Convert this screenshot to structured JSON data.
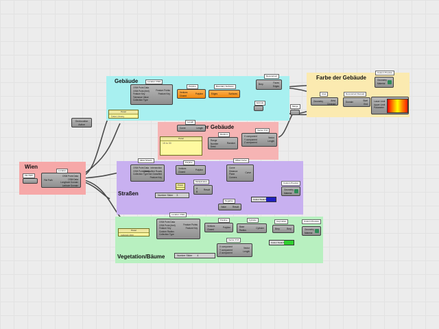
{
  "groups": {
    "gebaeude": {
      "title": "Gebäude",
      "color": "#a8f0f0"
    },
    "farbe": {
      "title": "Farbe der Gebäude",
      "color": "#fbeab0"
    },
    "hoehe": {
      "title": "Höhe der Gebäude",
      "color": "#f6b4b4"
    },
    "wien": {
      "title": "Wien",
      "color": "#f6a8a8"
    },
    "strassen": {
      "title": "Straßen",
      "color": "#c8b0f0"
    },
    "vegetation": {
      "title": "Vegetation/Bäume",
      "color": "#b8f0c0"
    }
  },
  "nodes": {
    "location": {
      "label": "Location",
      "inputs": [
        "File Path"
      ],
      "outputs": [
        "OSM Point Data",
        "OSM Data",
        "Longitude Domain",
        "Latitude Domain"
      ]
    },
    "file_path": {
      "label": "File Path"
    },
    "geolocation": {
      "label": "Geolocation",
      "sub": "Active"
    },
    "osm_buildings": {
      "label": "Location OSM",
      "inputs": [
        "OSM Point Data",
        "OSM Point (feet)",
        "Feature Key",
        "Tolerance Value",
        "Collection Type"
      ],
      "outputs": [
        "Feature Points",
        "Feature Key"
      ]
    },
    "polyline_b": {
      "label": "Polyline",
      "inputs": [
        "Vertices",
        "Closed"
      ],
      "outputs": [
        "Polyline"
      ]
    },
    "boundary_surfaces": {
      "label": "Boundary Surfaces",
      "inputs": [
        "Edges"
      ],
      "outputs": [
        "Surfaces"
      ]
    },
    "deconstruct": {
      "label": "Deconstruct",
      "inputs": [
        "Brep"
      ],
      "outputs": [
        "Faces",
        "Edges",
        "Vertices"
      ]
    },
    "custom_preview_b": {
      "label": "Custom Preview",
      "inputs": [
        "Geometry",
        "Material"
      ]
    },
    "area": {
      "label": "Area",
      "inputs": [
        "Geometry"
      ],
      "outputs": [
        "Area",
        "Centroid"
      ]
    },
    "deconstruct_domain": {
      "label": "Deconstruct Domain",
      "inputs": [
        "Domain"
      ],
      "outputs": [
        "Start",
        "End"
      ]
    },
    "gradient": {
      "label": "Gradient",
      "inputs": [
        "Lower Limit",
        "Upper Limit",
        "Parameter"
      ]
    },
    "length": {
      "label": "Length",
      "inputs": [
        "Curve"
      ],
      "outputs": [
        "Length"
      ]
    },
    "random": {
      "label": "Random",
      "inputs": [
        "Range",
        "Number",
        "Seed"
      ],
      "outputs": [
        "Random"
      ]
    },
    "vector_xyz_b": {
      "label": "Vector XYZ",
      "inputs": [
        "X component",
        "Y component",
        "Z component"
      ],
      "outputs": [
        "Vector",
        "Length"
      ]
    },
    "extrude": {
      "label": "Extrude",
      "inputs": [
        "Base",
        "Direction"
      ],
      "outputs": [
        "Extrusion"
      ]
    },
    "merge": {
      "label": "Merge"
    },
    "osm_streets": {
      "label": "Allow Streets",
      "inputs": [
        "OSM Point Data",
        "OSM Point (feet)",
        "Collection Type"
      ],
      "outputs": [
        "Intersection",
        "Unclassified Roads",
        "Not Classified",
        "Feature Key"
      ]
    },
    "polyline_s": {
      "label": "Polyline",
      "inputs": [
        "Vertices",
        "Closed"
      ],
      "outputs": [
        "Polyline"
      ]
    },
    "offset_curve": {
      "label": "Offset Curve",
      "inputs": [
        "Curve",
        "Distance",
        "Plane",
        "Corners"
      ],
      "outputs": [
        "Curve"
      ]
    },
    "multiplication": {
      "label": "Multiplication",
      "inputs": [
        "A",
        "B"
      ],
      "outputs": [
        "Result"
      ]
    },
    "negative": {
      "label": "Negative",
      "inputs": [
        "Value"
      ],
      "outputs": [
        "Result"
      ]
    },
    "custom_preview_s": {
      "label": "Custom Preview",
      "inputs": [
        "Geometry",
        "Material"
      ]
    },
    "osm_trees": {
      "label": "Location OSM",
      "inputs": [
        "OSM Point Data",
        "OSM Point (feet)",
        "Feature Key",
        "Custom Radius",
        "Collection Type"
      ],
      "outputs": [
        "Feature Points",
        "Feature Key"
      ]
    },
    "polyline_v": {
      "label": "Polyline",
      "inputs": [
        "Vertices",
        "Closed"
      ],
      "outputs": [
        "Polyline"
      ]
    },
    "cylinder": {
      "label": "Cylinder",
      "inputs": [
        "Base",
        "Radius"
      ],
      "outputs": [
        "Cylinder"
      ]
    },
    "cap_holes": {
      "label": "Cap Holes",
      "inputs": [
        "Brep"
      ],
      "outputs": [
        "Brep"
      ]
    },
    "custom_preview_v": {
      "label": "Custom Preview",
      "inputs": [
        "Geometry",
        "Material"
      ]
    },
    "vector_xyz_v": {
      "label": "Vector XYZ",
      "inputs": [
        "X component",
        "Y component",
        "Z component"
      ],
      "outputs": [
        "Vector",
        "Length"
      ]
    }
  },
  "panels": {
    "building_panel": {
      "title": "Panel",
      "value": "Data Library"
    },
    "height_panel": {
      "title": "Panel",
      "value": "15 to 30"
    },
    "street_panel": {
      "title": "Power",
      "value": ""
    },
    "tree_panel": {
      "title": "Panel",
      "value": "natural=tree"
    }
  },
  "sliders": {
    "street_slider": {
      "label": "Number Slider",
      "value": "3"
    },
    "tree_slider": {
      "label": "Number Slider",
      "value": "4"
    }
  },
  "swatches": {
    "street_colour": {
      "label": "Colour Swatch",
      "color": "#2020c0"
    },
    "tree_colour": {
      "label": "Colour Swatch",
      "color": "#30d030"
    }
  },
  "icon_colors": {
    "wire": "#4a4a4a",
    "wire_light": "#9a9a9a",
    "orange_node": "#f08a10"
  }
}
